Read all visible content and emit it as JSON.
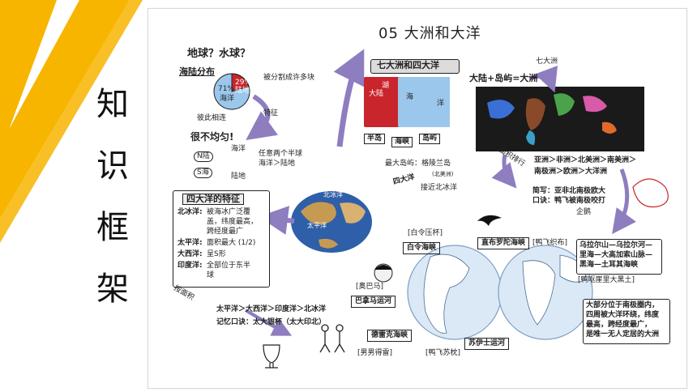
{
  "sidebar": {
    "title_chars": [
      "知",
      "识",
      "框",
      "架"
    ]
  },
  "colors": {
    "stripe_yellow": "#f7b500",
    "arrow_purple": "#8e7dbf",
    "land_red": "#c9252c",
    "ocean_blue": "#cfe3f7"
  },
  "map": {
    "title": "05 大洲和大洋",
    "earth_question": "地球？水球？",
    "land_sea": {
      "label": "海陆分布",
      "ocean_pct": "71%",
      "ocean": "海洋",
      "land_pct": "29%",
      "land": "陆地",
      "split_note": "被分割成许多块",
      "connected_note": "彼此相连",
      "feature": "特征"
    },
    "uneven": {
      "title": "很不均匀!",
      "n_land": "N陆",
      "s_sea": "S海",
      "sea": "海洋",
      "land": "陆地",
      "either_hemisphere": "任意两个半球",
      "ocean_gt_land": "海洋＞陆地"
    },
    "seven_four": {
      "title": "七大洲和四大洋",
      "mainland": "大陆",
      "sea": "海",
      "ocean": "洋",
      "lake": "湖",
      "peninsula": "半岛",
      "strait": "海峡",
      "island": "岛屿",
      "continent_formula": "大陆+岛屿=大洲",
      "seven_continents": "七大洲",
      "largest_island": "最大岛屿：格陵兰岛",
      "largest_island_sub": "(北美洲)",
      "near_arctic": "接近北冰洋"
    },
    "area_rank": {
      "label": "面积排行",
      "line1": "亚洲＞非洲＞北美洲＞南美洲＞",
      "line2": "南极洲＞欧洲＞大洋洲"
    },
    "mnemonic_continents": {
      "line1": "简写：亚非北南极欧大",
      "line2": "口诀：鸭飞被南极咬打",
      "penguin": "企鹅"
    },
    "four_oceans": {
      "label": "四大洋",
      "title": "四大洋的特征",
      "arctic_label": "北冰洋:",
      "arctic_text": [
        "被海冰广泛覆",
        "盖，纬度最高，",
        "跨经度最广"
      ],
      "pacific_label": "太平洋:",
      "pacific_text": "面积最大 (1/2)",
      "atlantic_label": "大西洋:",
      "atlantic_text": "呈S形",
      "indian_label": "印度洋:",
      "indian_text": [
        "全部位于东半",
        "球"
      ]
    },
    "ocean_rank": {
      "label": "按面积",
      "line": "太平洋＞大西洋＞印度洋＞北冰洋",
      "mnemonic": "记忆口诀：太大银杯（太大印北）"
    },
    "globe_labels": {
      "arctic": "北冰洋",
      "pacific": "太平洋"
    },
    "straits": {
      "bering_hint": "[白令压杯]",
      "bering": "白令海峡",
      "gibraltar": "直布罗陀海峡",
      "gibraltar_hint": "[鸭飞织布]",
      "panama_hint": "[奥巴马]",
      "panama": "巴拿马运河",
      "drake": "德雷克海峡",
      "drake_hint": "[男男得雷]",
      "suez_hint": "[鸭飞苏枕]",
      "suez": "苏伊士运河"
    },
    "borders": {
      "text": [
        "乌拉尔山—乌拉尔河—",
        "里海—大高加索山脉—",
        "黑海—土耳其海峡"
      ],
      "hint": "[鸭呕崖里大黑土]"
    },
    "antarctica": {
      "text": [
        "大部分位于南极圈内，",
        "四周被大洋环绕，纬度",
        "最高，跨经度最广，",
        "是唯一无人定居的大洲"
      ]
    }
  }
}
